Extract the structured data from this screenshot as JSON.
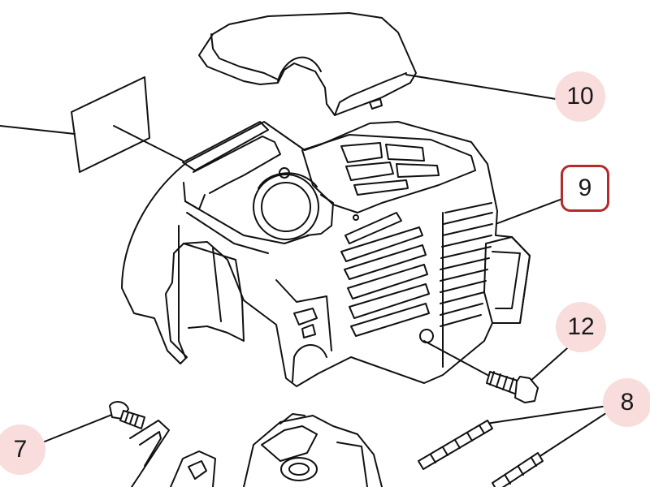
{
  "diagram": {
    "line_color": "#111111",
    "accent_color": "#b52a2a",
    "callout_fill": "#f9dcdc",
    "callouts": [
      {
        "id": "c10",
        "label": "10"
      },
      {
        "id": "c9",
        "label": "9",
        "selected": true
      },
      {
        "id": "c12",
        "label": "12"
      },
      {
        "id": "c8",
        "label": "8"
      },
      {
        "id": "c7",
        "label": "7"
      }
    ]
  }
}
